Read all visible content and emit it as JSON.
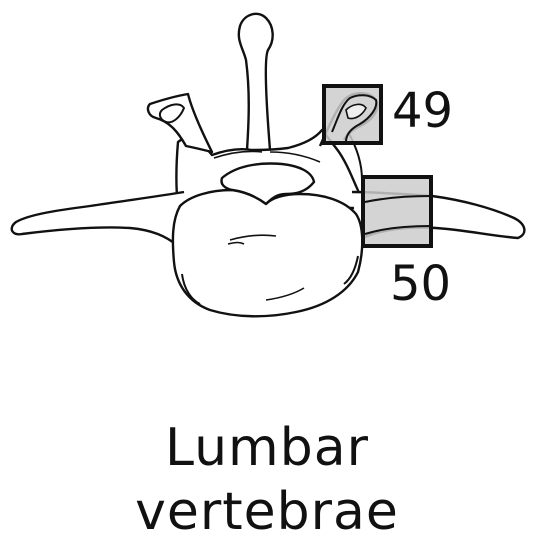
{
  "figure": {
    "subject": "lumbar-vertebra-superior-view",
    "colors": {
      "outline": "#111111",
      "box_fill": "#cccccc",
      "box_stroke": "#111111",
      "background": "#ffffff"
    },
    "markers": [
      {
        "id": "49",
        "label": "49"
      },
      {
        "id": "50",
        "label": "50"
      }
    ]
  },
  "caption": {
    "line1": "Lumbar",
    "line2": "vertebrae"
  }
}
